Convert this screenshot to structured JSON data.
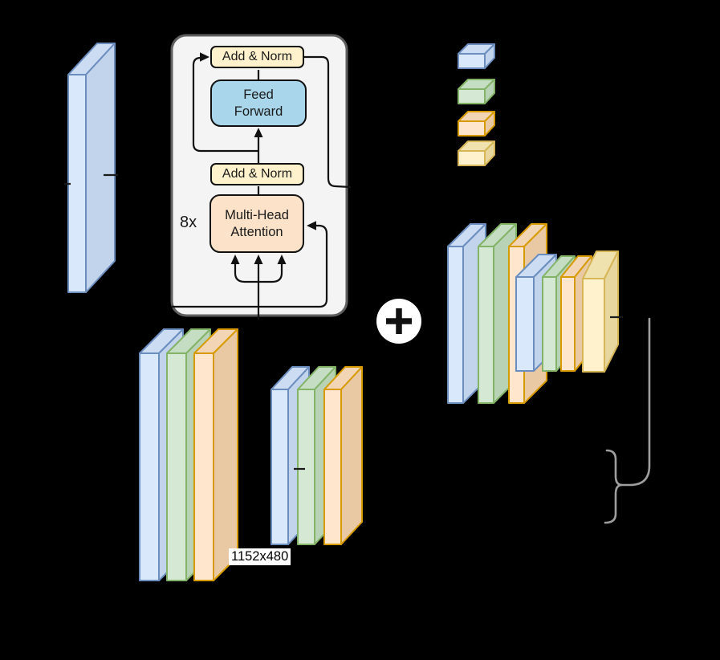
{
  "colors": {
    "background": "#000000",
    "line": "#111111",
    "bracket": "#9E9E9E",
    "tick": "#1A1A1A",
    "panel": {
      "fill": "#F4F4F4",
      "border": "#5F5F5F"
    },
    "add_norm": {
      "fill": "#FFF2CC",
      "border": "#111111"
    },
    "feed_forward": {
      "fill": "#A9D6EA",
      "border": "#111111"
    },
    "attention": {
      "fill": "#FBE2C8",
      "border": "#111111"
    },
    "plus": {
      "fill": "#FFFFFF",
      "symbol": "#111111"
    },
    "size_label": {
      "fill": "#FFFFFF",
      "text": "#000000"
    },
    "blue": {
      "front": "#DAE8FC",
      "top": "#CCDCF3",
      "side": "#C2D3EC",
      "stroke": "#6C8EBF"
    },
    "green": {
      "front": "#D5E8D4",
      "top": "#C5DDC3",
      "side": "#B8D2B6",
      "stroke": "#82B366"
    },
    "orange": {
      "front": "#FFE6CC",
      "top": "#F2D5B4",
      "side": "#E8C9A4",
      "stroke": "#D79B00"
    },
    "yellow": {
      "front": "#FFF2CC",
      "top": "#F0E2AE",
      "side": "#E7D79E",
      "stroke": "#D6B656"
    }
  },
  "encoder": {
    "repeat_label": "8x",
    "add_norm_top": "Add & Norm",
    "feed_forward": [
      "Feed",
      "Forward"
    ],
    "add_norm_bottom": "Add & Norm",
    "attention": [
      "Multi-Head",
      "Attention"
    ]
  },
  "labels": {
    "feature_map_size": "1152x480"
  },
  "icons": {
    "plus": "+"
  },
  "legend": {
    "items": [
      "blue-feature-cube",
      "green-feature-cube",
      "orange-feature-cube",
      "yellow-feature-cube"
    ]
  }
}
